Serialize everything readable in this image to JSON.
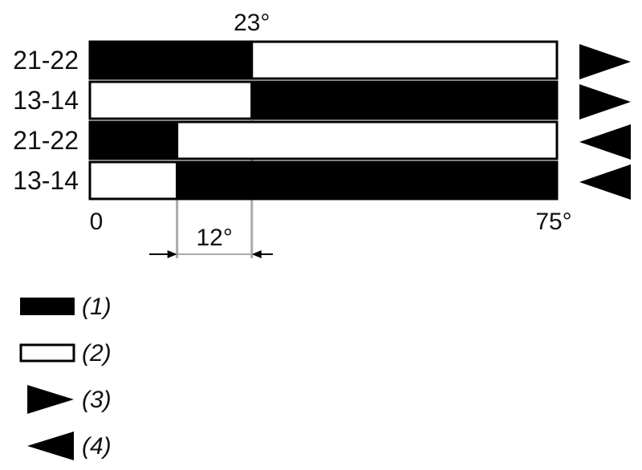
{
  "scale": {
    "min_label": "0",
    "max_label": "75°",
    "max": 75,
    "top_marker_label": "23°",
    "top_marker_value": 23,
    "span_label": "12°",
    "span_from_value": 14,
    "span_to_value": 26
  },
  "rows": [
    {
      "label": "21-22",
      "split": 26,
      "left_state": 1,
      "right_state": 2,
      "direction": 3
    },
    {
      "label": "13-14",
      "split": 26,
      "left_state": 2,
      "right_state": 1,
      "direction": 3
    },
    {
      "label": "21-22",
      "split": 14,
      "left_state": 1,
      "right_state": 2,
      "direction": 4
    },
    {
      "label": "13-14",
      "split": 14,
      "left_state": 2,
      "right_state": 1,
      "direction": 4
    }
  ],
  "legend": [
    {
      "key": 1,
      "symbol": "filled-bar",
      "label": "(1)"
    },
    {
      "key": 2,
      "symbol": "empty-bar",
      "label": "(2)"
    },
    {
      "key": 3,
      "symbol": "right-arrow",
      "label": "(3)"
    },
    {
      "key": 4,
      "symbol": "left-arrow",
      "label": "(4)"
    }
  ],
  "colors": {
    "fill": "#000000",
    "empty": "#ffffff",
    "stroke": "#000000",
    "guide": "#aaaaaa"
  }
}
